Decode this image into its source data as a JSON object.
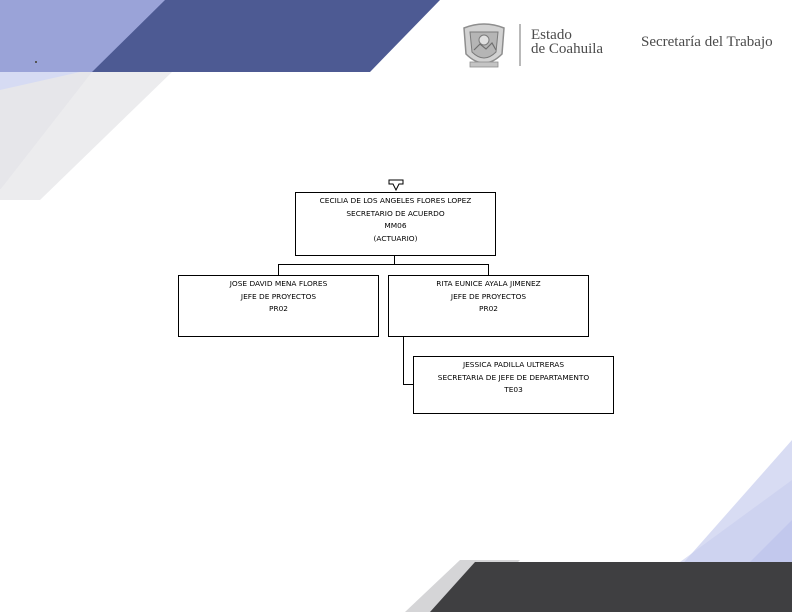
{
  "header": {
    "state_line1": "Estado",
    "state_line2": "de Coahuila",
    "department": "Secretaría del Trabajo",
    "logo_icon": "coahuila-coat-of-arms-icon"
  },
  "colors": {
    "navy": "#4d5a93",
    "periwinkle": "#c2c8ee",
    "charcoal": "#3f3f41",
    "gray": "#a7a7a7"
  },
  "org_chart": {
    "root": {
      "name": "CECILIA DE LOS ANGELES FLORES LOPEZ",
      "title": "SECRETARIO DE ACUERDO",
      "code": "MM06",
      "note": "(ACTUARIO)"
    },
    "left": {
      "name": "JOSE DAVID MENA FLORES",
      "title": "JEFE DE PROYECTOS",
      "code": "PR02"
    },
    "right": {
      "name": "RITA EUNICE AYALA JIMENEZ",
      "title": "JEFE DE PROYECTOS",
      "code": "PR02"
    },
    "sub": {
      "name": "JESSICA PADILLA ULTRERAS",
      "title": "SECRETARIA DE JEFE DE DEPARTAMENTO",
      "code": "TE03"
    }
  }
}
